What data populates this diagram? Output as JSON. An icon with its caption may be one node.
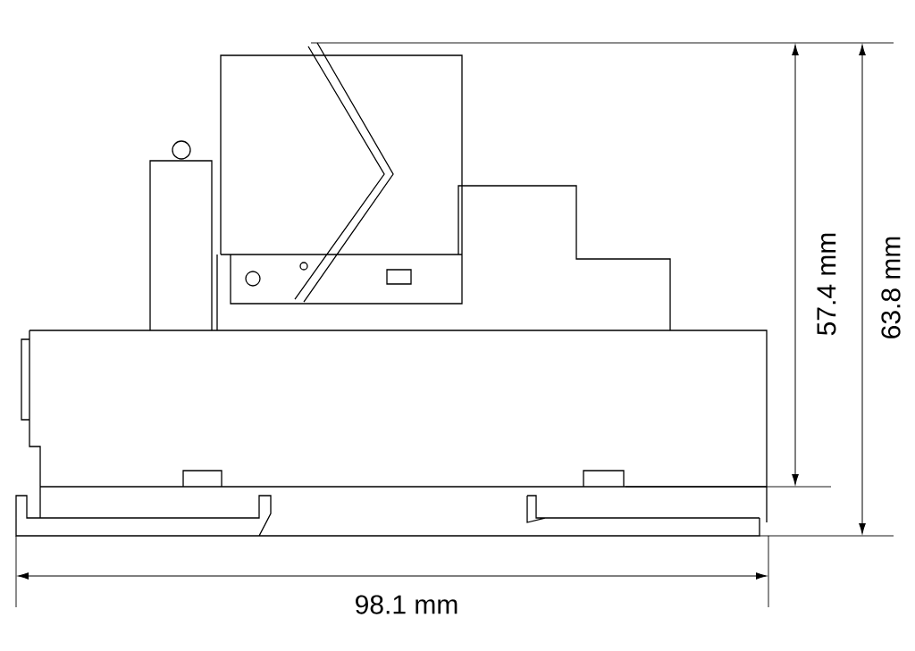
{
  "diagram": {
    "labels": [
      "57.4 mm",
      "63.8 mm",
      "98.1 mm"
    ]
  }
}
